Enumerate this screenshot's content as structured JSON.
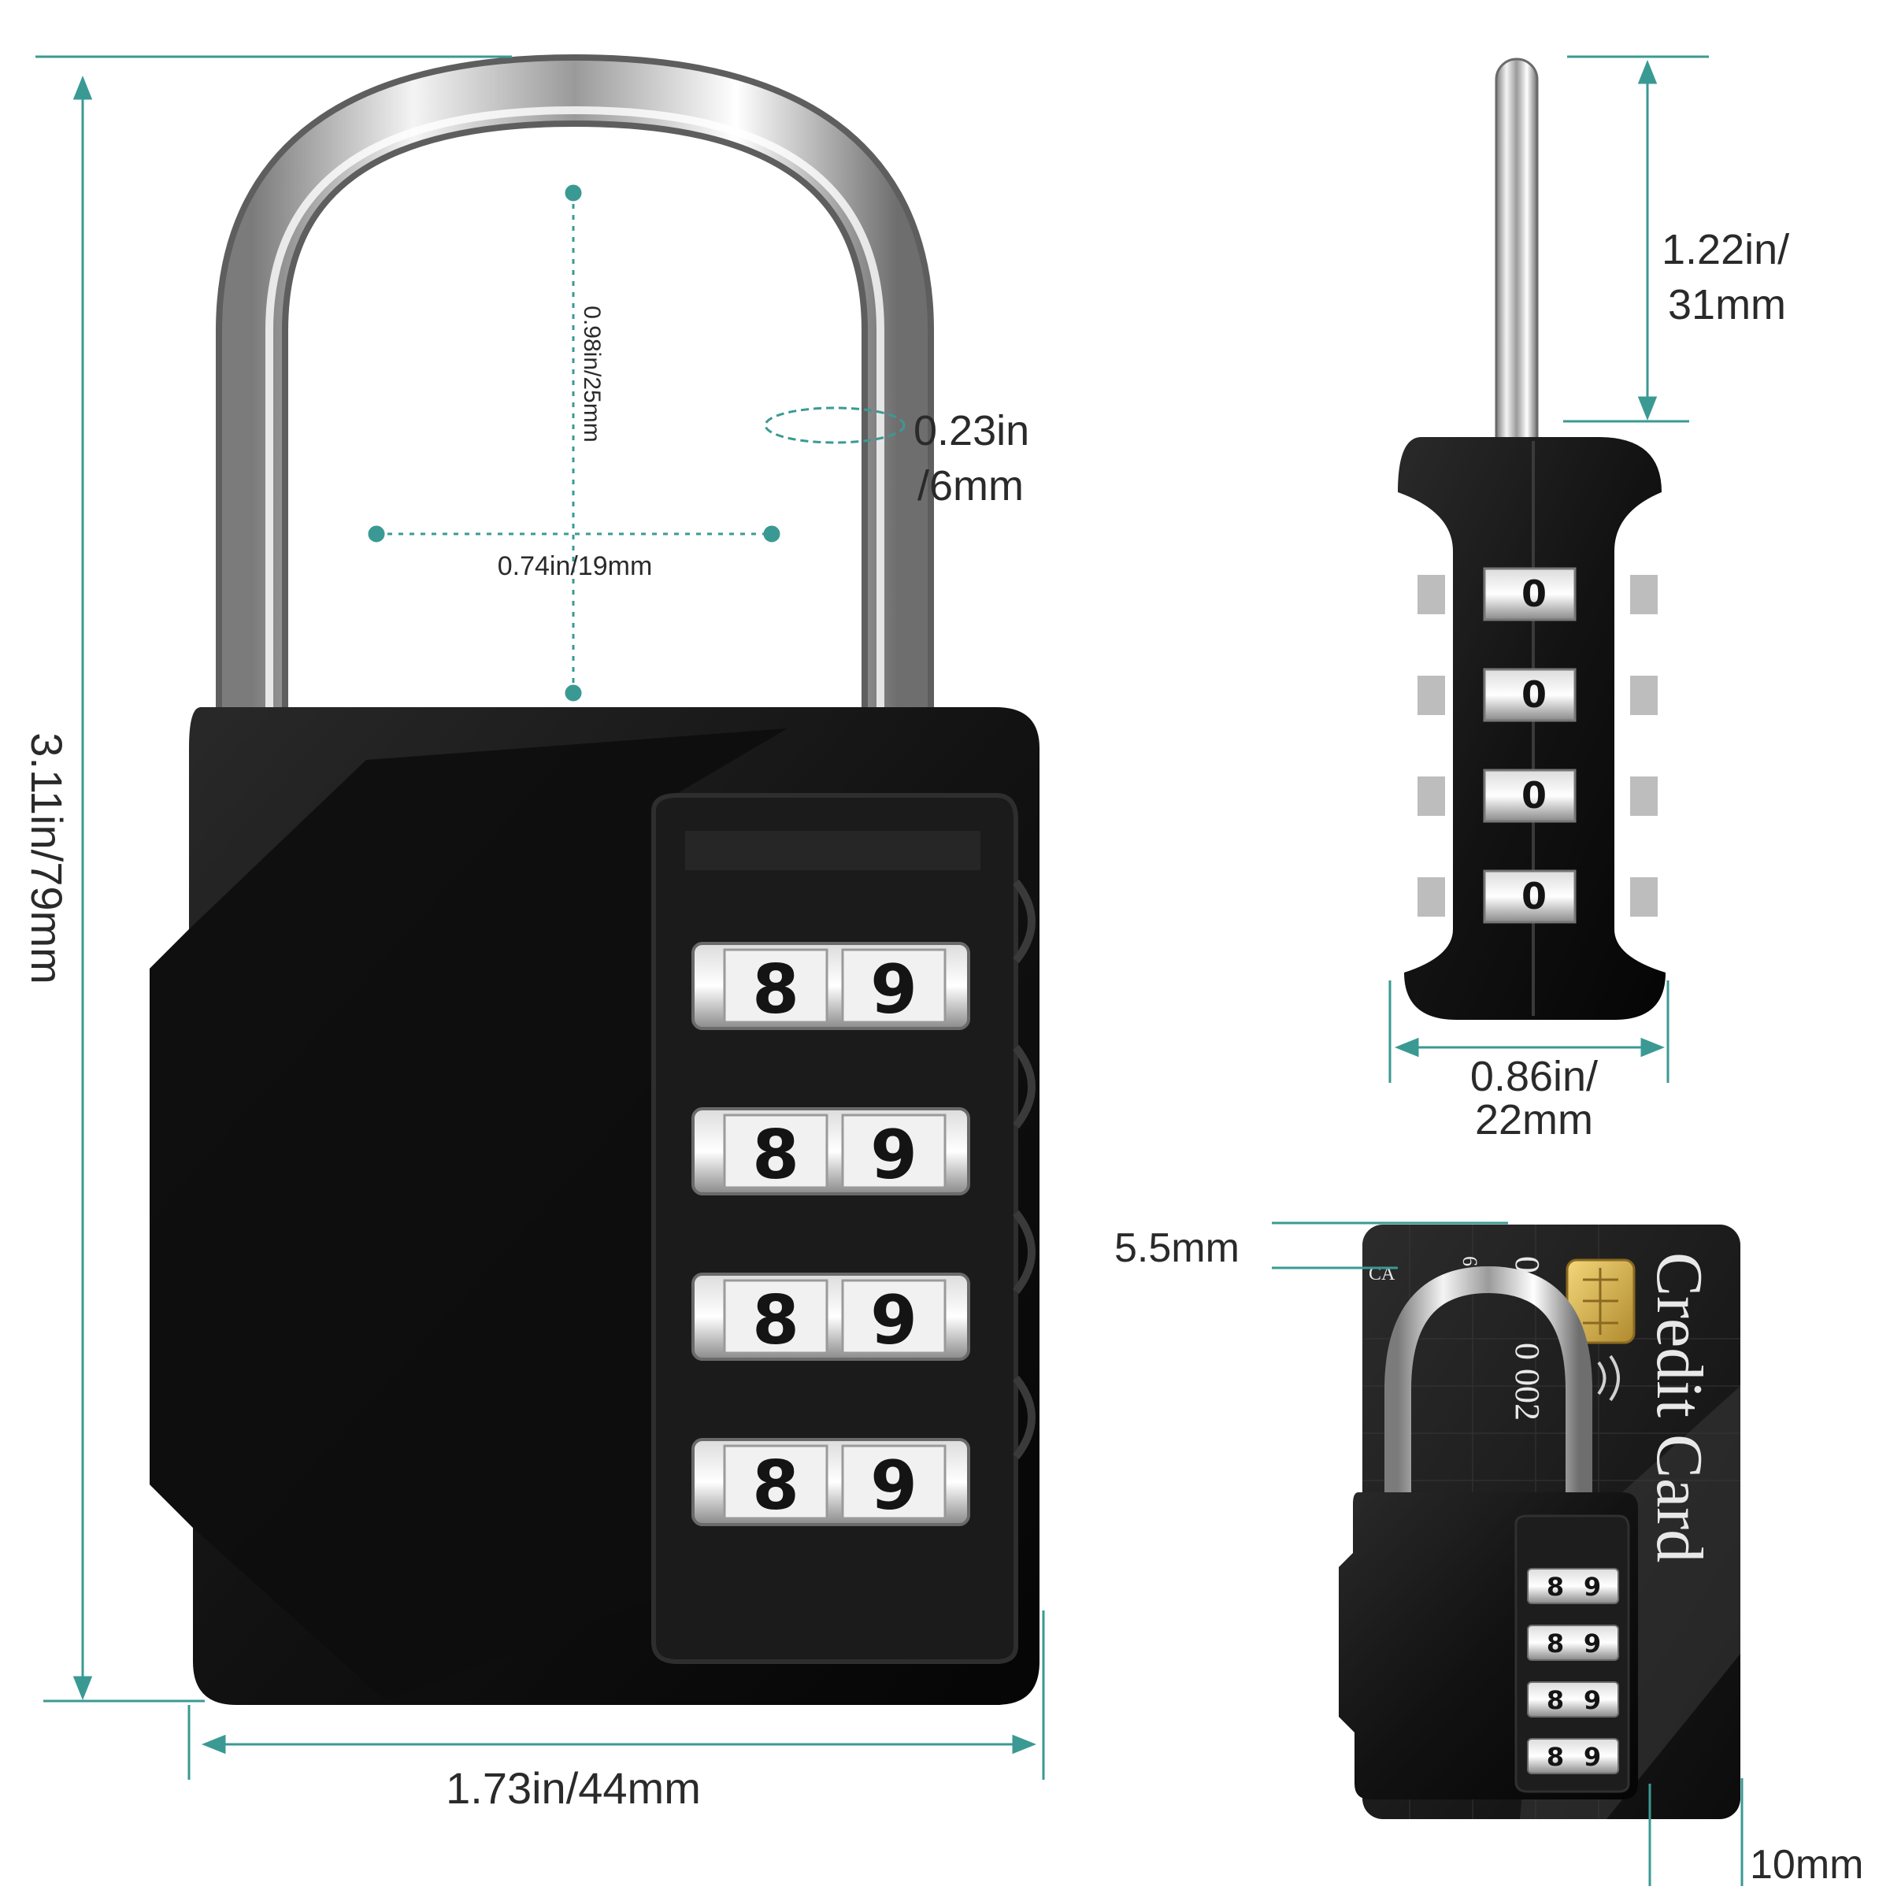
{
  "dimensions": {
    "total_height": "3.11in/79mm",
    "body_width": "1.73in/44mm",
    "shackle_inner_height": "0.98in/25mm",
    "shackle_inner_width": "0.74in/19mm",
    "shackle_diameter_line1": "0.23in",
    "shackle_diameter_line2": "/6mm",
    "side_shackle_height_line1": "1.22in/",
    "side_shackle_height_line2": "31mm",
    "side_width_line1": "0.86in/",
    "side_width_line2": "22mm",
    "card_thickness": "5.5mm",
    "lock_thickness": "10mm"
  },
  "wheels": {
    "digit_left": "8",
    "digit_right": "9",
    "side_digit": "0"
  },
  "card": {
    "title": "Credit Card",
    "number_fragment_1": "0",
    "number_fragment_2": "0 002",
    "label_fragment": "CA",
    "digit_fragment": "6 2"
  },
  "colors": {
    "accent": "#3a9a93",
    "lock_body": "#141414",
    "shackle": "#c9c9c9"
  }
}
